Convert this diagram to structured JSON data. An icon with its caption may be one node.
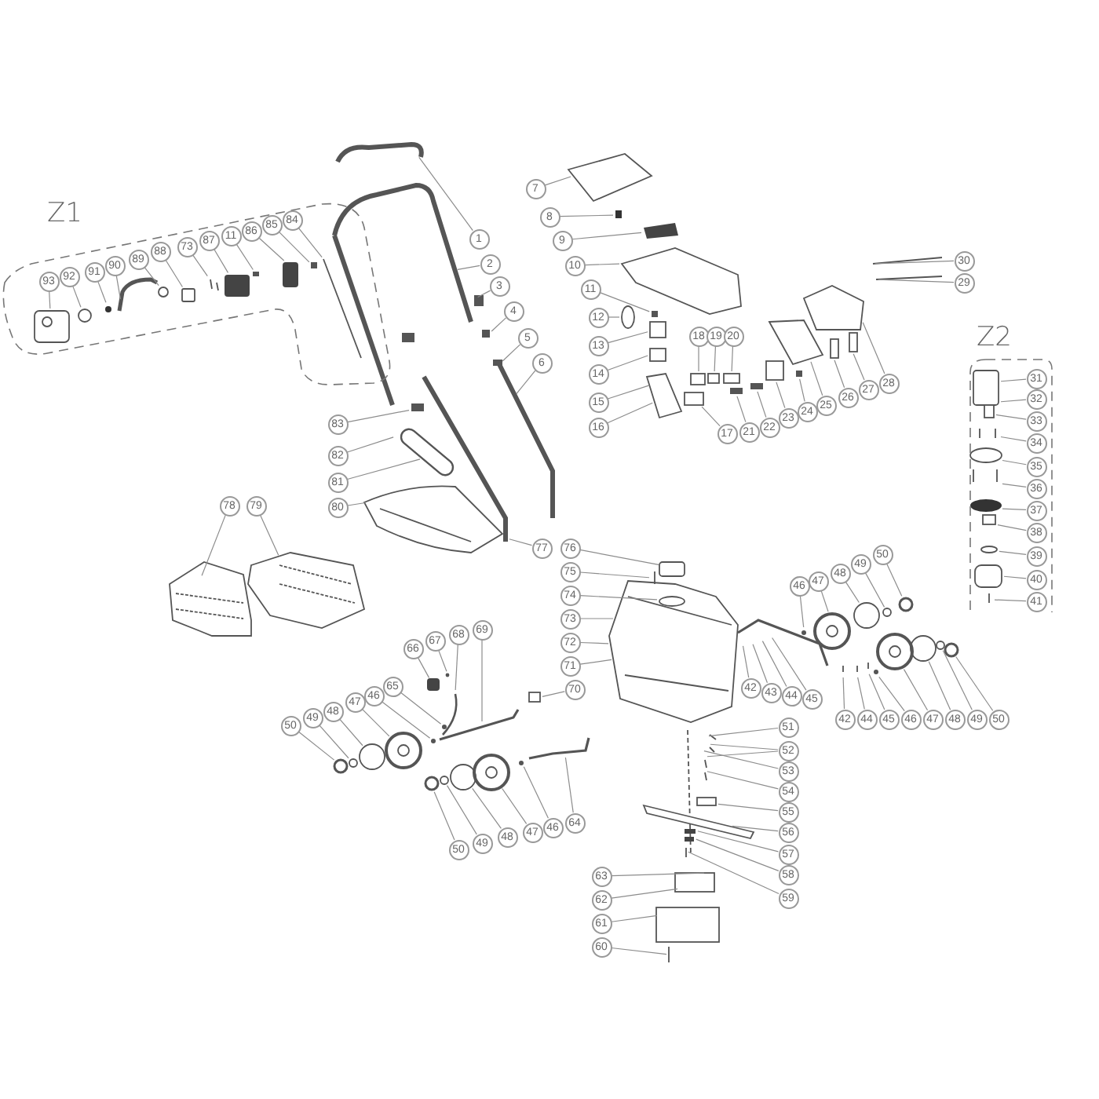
{
  "diagram": {
    "nodes": [
      {
        "text": [
          "Z1"
        ]
      },
      {
        "text": [
          "93"
        ],
        "in": 0
      },
      {
        "text": [
          "92"
        ],
        "in": 0
      },
      {
        "text": [
          "91"
        ],
        "in": 0
      },
      {
        "text": [
          "90"
        ],
        "in": 0
      },
      {
        "text": [
          "89"
        ],
        "in": 0
      },
      {
        "text": [
          "88"
        ],
        "in": 0
      },
      {
        "text": [
          "73"
        ],
        "in": 0
      },
      {
        "text": [
          "87"
        ],
        "in": 0
      },
      {
        "text": [
          "11"
        ],
        "in": 0
      },
      {
        "text": [
          "86"
        ],
        "in": 0
      },
      {
        "text": [
          "85"
        ],
        "in": 0
      },
      {
        "text": [
          "84"
        ],
        "in": 0
      },
      {
        "text": [
          "1"
        ]
      },
      {
        "text": [
          "7"
        ]
      },
      {
        "text": [
          "2"
        ]
      },
      {
        "text": [
          "8"
        ]
      },
      {
        "text": [
          "3"
        ]
      },
      {
        "text": [
          "9"
        ]
      },
      {
        "text": [
          "4"
        ]
      },
      {
        "text": [
          "10"
        ]
      },
      {
        "text": [
          "5"
        ]
      },
      {
        "text": [
          "11"
        ]
      },
      {
        "text": [
          "6"
        ]
      },
      {
        "text": [
          "12"
        ]
      },
      {
        "text": [
          "13"
        ]
      },
      {
        "text": [
          "14"
        ]
      },
      {
        "text": [
          "15"
        ]
      },
      {
        "text": [
          "16"
        ]
      },
      {
        "text": [
          "18"
        ]
      },
      {
        "text": [
          "19"
        ]
      },
      {
        "text": [
          "20"
        ]
      },
      {
        "text": [
          "17"
        ]
      },
      {
        "text": [
          "21"
        ]
      },
      {
        "text": [
          "22"
        ]
      },
      {
        "text": [
          "23"
        ]
      },
      {
        "text": [
          "24"
        ]
      },
      {
        "text": [
          "25"
        ]
      },
      {
        "text": [
          "26"
        ]
      },
      {
        "text": [
          "27"
        ]
      },
      {
        "text": [
          "28"
        ]
      },
      {
        "text": [
          "30"
        ]
      },
      {
        "text": [
          "29"
        ]
      },
      {
        "text": [
          "Z2"
        ]
      },
      {
        "text": [
          "31"
        ],
        "in": 43
      },
      {
        "text": [
          "32"
        ],
        "in": 43
      },
      {
        "text": [
          "33"
        ],
        "in": 43
      },
      {
        "text": [
          "34"
        ],
        "in": 43
      },
      {
        "text": [
          "35"
        ],
        "in": 43
      },
      {
        "text": [
          "36"
        ],
        "in": 43
      },
      {
        "text": [
          "37"
        ],
        "in": 43
      },
      {
        "text": [
          "38"
        ],
        "in": 43
      },
      {
        "text": [
          "39"
        ],
        "in": 43
      },
      {
        "text": [
          "40"
        ],
        "in": 43
      },
      {
        "text": [
          "41"
        ],
        "in": 43
      },
      {
        "text": [
          "83"
        ]
      },
      {
        "text": [
          "82"
        ]
      },
      {
        "text": [
          "81"
        ]
      },
      {
        "text": [
          "80"
        ]
      },
      {
        "text": [
          "78"
        ]
      },
      {
        "text": [
          "79"
        ]
      },
      {
        "text": [
          "77"
        ]
      },
      {
        "text": [
          "76"
        ]
      },
      {
        "text": [
          "75"
        ]
      },
      {
        "text": [
          "74"
        ]
      },
      {
        "text": [
          "73"
        ]
      },
      {
        "text": [
          "72"
        ]
      },
      {
        "text": [
          "71"
        ]
      },
      {
        "text": [
          "70"
        ]
      },
      {
        "text": [
          "46"
        ]
      },
      {
        "text": [
          "47"
        ]
      },
      {
        "text": [
          "48"
        ]
      },
      {
        "text": [
          "49"
        ]
      },
      {
        "text": [
          "50"
        ]
      },
      {
        "text": [
          "42"
        ]
      },
      {
        "text": [
          "43"
        ]
      },
      {
        "text": [
          "44"
        ]
      },
      {
        "text": [
          "45"
        ]
      },
      {
        "text": [
          "42"
        ]
      },
      {
        "text": [
          "44"
        ]
      },
      {
        "text": [
          "45"
        ]
      },
      {
        "text": [
          "46"
        ]
      },
      {
        "text": [
          "47"
        ]
      },
      {
        "text": [
          "48"
        ]
      },
      {
        "text": [
          "49"
        ]
      },
      {
        "text": [
          "50"
        ]
      },
      {
        "text": [
          "66"
        ]
      },
      {
        "text": [
          "67"
        ]
      },
      {
        "text": [
          "68"
        ]
      },
      {
        "text": [
          "69"
        ]
      },
      {
        "text": [
          "65"
        ]
      },
      {
        "text": [
          "46"
        ]
      },
      {
        "text": [
          "47"
        ]
      },
      {
        "text": [
          "48"
        ]
      },
      {
        "text": [
          "49"
        ]
      },
      {
        "text": [
          "50"
        ]
      },
      {
        "text": [
          "50"
        ]
      },
      {
        "text": [
          "49"
        ]
      },
      {
        "text": [
          "48"
        ]
      },
      {
        "text": [
          "47"
        ]
      },
      {
        "text": [
          "46"
        ]
      },
      {
        "text": [
          "64"
        ]
      },
      {
        "text": [
          "51"
        ]
      },
      {
        "text": [
          "52"
        ]
      },
      {
        "text": [
          "53"
        ]
      },
      {
        "text": [
          "54"
        ]
      },
      {
        "text": [
          "55"
        ]
      },
      {
        "text": [
          "56"
        ]
      },
      {
        "text": [
          "57"
        ]
      },
      {
        "text": [
          "58"
        ]
      },
      {
        "text": [
          "59"
        ]
      },
      {
        "text": [
          "63"
        ]
      },
      {
        "text": [
          "62"
        ]
      },
      {
        "text": [
          "61"
        ]
      },
      {
        "text": [
          "60"
        ]
      }
    ],
    "edges": [
      {
        "from": 1,
        "to": null,
        "arrow": "none"
      },
      {
        "from": 2,
        "to": null,
        "arrow": "none"
      },
      {
        "from": 3,
        "to": null,
        "arrow": "none"
      },
      {
        "from": 4,
        "to": null,
        "arrow": "none"
      },
      {
        "from": 5,
        "to": null,
        "arrow": "none"
      },
      {
        "from": 6,
        "to": null,
        "arrow": "none"
      },
      {
        "from": 7,
        "to": null,
        "arrow": "none"
      },
      {
        "from": 8,
        "to": null,
        "arrow": "none"
      },
      {
        "from": 9,
        "to": null,
        "arrow": "none"
      },
      {
        "from": 10,
        "to": null,
        "arrow": "none"
      },
      {
        "from": 11,
        "to": null,
        "arrow": "none"
      },
      {
        "from": 12,
        "to": null,
        "arrow": "none"
      },
      {
        "from": 13,
        "to": null,
        "arrow": "none"
      },
      {
        "from": 14,
        "to": null,
        "arrow": "none"
      },
      {
        "from": 15,
        "to": null,
        "arrow": "none"
      },
      {
        "from": 16,
        "to": null,
        "arrow": "none"
      },
      {
        "from": 17,
        "to": null,
        "arrow": "none"
      },
      {
        "from": 18,
        "to": null,
        "arrow": "none"
      },
      {
        "from": 19,
        "to": null,
        "arrow": "none"
      },
      {
        "from": 20,
        "to": null,
        "arrow": "none"
      },
      {
        "from": 21,
        "to": null,
        "arrow": "none"
      },
      {
        "from": 22,
        "to": null,
        "arrow": "none"
      },
      {
        "from": 23,
        "to": null,
        "arrow": "none"
      },
      {
        "from": 24,
        "to": null,
        "arrow": "none"
      },
      {
        "from": 25,
        "to": null,
        "arrow": "none"
      },
      {
        "from": 26,
        "to": null,
        "arrow": "none"
      },
      {
        "from": 27,
        "to": null,
        "arrow": "none"
      },
      {
        "from": 28,
        "to": null,
        "arrow": "none"
      },
      {
        "from": 29,
        "to": null,
        "arrow": "none"
      },
      {
        "from": 30,
        "to": null,
        "arrow": "none"
      },
      {
        "from": 31,
        "to": null,
        "arrow": "none"
      },
      {
        "from": 32,
        "to": null,
        "arrow": "none"
      },
      {
        "from": 33,
        "to": null,
        "arrow": "none"
      },
      {
        "from": 34,
        "to": null,
        "arrow": "none"
      },
      {
        "from": 35,
        "to": null,
        "arrow": "none"
      },
      {
        "from": 36,
        "to": null,
        "arrow": "none"
      },
      {
        "from": 37,
        "to": null,
        "arrow": "none"
      },
      {
        "from": 38,
        "to": null,
        "arrow": "none"
      },
      {
        "from": 39,
        "to": null,
        "arrow": "none"
      },
      {
        "from": 40,
        "to": null,
        "arrow": "none"
      },
      {
        "from": 41,
        "to": null,
        "arrow": "none"
      },
      {
        "from": 42,
        "to": null,
        "arrow": "none"
      },
      {
        "from": 44,
        "to": null,
        "arrow": "none"
      },
      {
        "from": 45,
        "to": null,
        "arrow": "none"
      },
      {
        "from": 46,
        "to": null,
        "arrow": "none"
      },
      {
        "from": 47,
        "to": null,
        "arrow": "none"
      },
      {
        "from": 48,
        "to": null,
        "arrow": "none"
      },
      {
        "from": 49,
        "to": null,
        "arrow": "none"
      },
      {
        "from": 50,
        "to": null,
        "arrow": "none"
      },
      {
        "from": 51,
        "to": null,
        "arrow": "none"
      },
      {
        "from": 52,
        "to": null,
        "arrow": "none"
      },
      {
        "from": 53,
        "to": null,
        "arrow": "none"
      },
      {
        "from": 54,
        "to": null,
        "arrow": "none"
      },
      {
        "from": 55,
        "to": null,
        "arrow": "none"
      },
      {
        "from": 56,
        "to": null,
        "arrow": "none"
      },
      {
        "from": 57,
        "to": null,
        "arrow": "none"
      },
      {
        "from": 58,
        "to": null,
        "arrow": "none"
      },
      {
        "from": 59,
        "to": null,
        "arrow": "none"
      },
      {
        "from": 60,
        "to": null,
        "arrow": "none"
      },
      {
        "from": 61,
        "to": null,
        "arrow": "none"
      },
      {
        "from": 62,
        "to": null,
        "arrow": "none"
      },
      {
        "from": 63,
        "to": null,
        "arrow": "none"
      },
      {
        "from": 64,
        "to": null,
        "arrow": "none"
      },
      {
        "from": 65,
        "to": null,
        "arrow": "none"
      },
      {
        "from": 66,
        "to": null,
        "arrow": "none"
      },
      {
        "from": 67,
        "to": null,
        "arrow": "none"
      },
      {
        "from": 68,
        "to": null,
        "arrow": "none"
      },
      {
        "from": 69,
        "to": null,
        "arrow": "none"
      },
      {
        "from": 70,
        "to": null,
        "arrow": "none"
      },
      {
        "from": 71,
        "to": null,
        "arrow": "none"
      },
      {
        "from": 72,
        "to": null,
        "arrow": "none"
      },
      {
        "from": 73,
        "to": null,
        "arrow": "none"
      },
      {
        "from": 74,
        "to": null,
        "arrow": "none"
      },
      {
        "from": 75,
        "to": null,
        "arrow": "none"
      },
      {
        "from": 76,
        "to": null,
        "arrow": "none"
      },
      {
        "from": 77,
        "to": null,
        "arrow": "none"
      },
      {
        "from": 78,
        "to": null,
        "arrow": "none"
      },
      {
        "from": 79,
        "to": null,
        "arrow": "none"
      },
      {
        "from": 80,
        "to": null,
        "arrow": "none"
      },
      {
        "from": 81,
        "to": null,
        "arrow": "none"
      },
      {
        "from": 82,
        "to": null,
        "arrow": "none"
      },
      {
        "from": 83,
        "to": null,
        "arrow": "none"
      },
      {
        "from": 84,
        "to": null,
        "arrow": "none"
      },
      {
        "from": 85,
        "to": null,
        "arrow": "none"
      },
      {
        "from": 86,
        "to": null,
        "arrow": "none"
      },
      {
        "from": 87,
        "to": null,
        "arrow": "none"
      },
      {
        "from": 88,
        "to": null,
        "arrow": "none"
      },
      {
        "from": 89,
        "to": null,
        "arrow": "none"
      },
      {
        "from": 90,
        "to": null,
        "arrow": "none"
      },
      {
        "from": 91,
        "to": null,
        "arrow": "none"
      },
      {
        "from": 92,
        "to": null,
        "arrow": "none"
      },
      {
        "from": 93,
        "to": null,
        "arrow": "none"
      },
      {
        "from": 94,
        "to": null,
        "arrow": "none"
      },
      {
        "from": 95,
        "to": null,
        "arrow": "none"
      },
      {
        "from": 96,
        "to": null,
        "arrow": "none"
      },
      {
        "from": 97,
        "to": null,
        "arrow": "none"
      },
      {
        "from": 98,
        "to": null,
        "arrow": "none"
      },
      {
        "from": 99,
        "to": null,
        "arrow": "none"
      },
      {
        "from": 100,
        "to": null,
        "arrow": "none"
      },
      {
        "from": 101,
        "to": null,
        "arrow": "none"
      },
      {
        "from": 102,
        "to": null,
        "arrow": "none"
      },
      {
        "from": 103,
        "to": null,
        "arrow": "none"
      },
      {
        "from": 103,
        "to": null,
        "arrow": "none"
      },
      {
        "from": 104,
        "to": null,
        "arrow": "none"
      },
      {
        "from": 105,
        "to": null,
        "arrow": "none"
      },
      {
        "from": 106,
        "to": null,
        "arrow": "none"
      },
      {
        "from": 107,
        "to": null,
        "arrow": "none"
      },
      {
        "from": 108,
        "to": null,
        "arrow": "none"
      },
      {
        "from": 109,
        "to": null,
        "arrow": "none"
      },
      {
        "from": 110,
        "to": null,
        "arrow": "none"
      },
      {
        "from": 111,
        "to": null,
        "arrow": "none"
      },
      {
        "from": 112,
        "to": null,
        "arrow": "none"
      },
      {
        "from": 113,
        "to": null,
        "arrow": "none"
      },
      {
        "from": 114,
        "to": null,
        "arrow": "none"
      }
    ]
  }
}
